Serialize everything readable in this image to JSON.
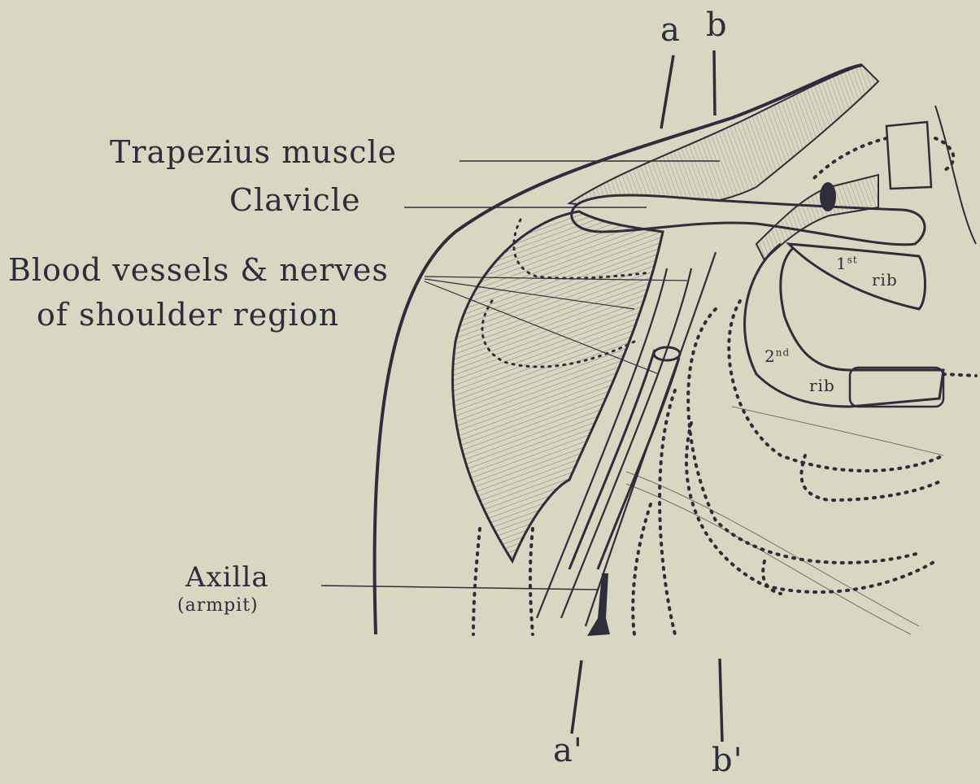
{
  "labels": {
    "trapezius": "Trapezius muscle",
    "clavicle": "Clavicle",
    "vessels_line1": "Blood vessels & nerves",
    "vessels_line2": "of shoulder region",
    "axilla": "Axilla",
    "axilla_sub": "(armpit)",
    "first_rib_num": "1",
    "first_rib_sup": "st",
    "first_rib_word": "rib",
    "second_rib_num": "2",
    "second_rib_sup": "nd",
    "second_rib_word": "rib"
  },
  "section_markers": {
    "a": "a",
    "b": "b",
    "a_prime": "a'",
    "b_prime": "b'"
  },
  "colors": {
    "paper": "#d9d6c2",
    "ink": "#2e2d3b"
  }
}
